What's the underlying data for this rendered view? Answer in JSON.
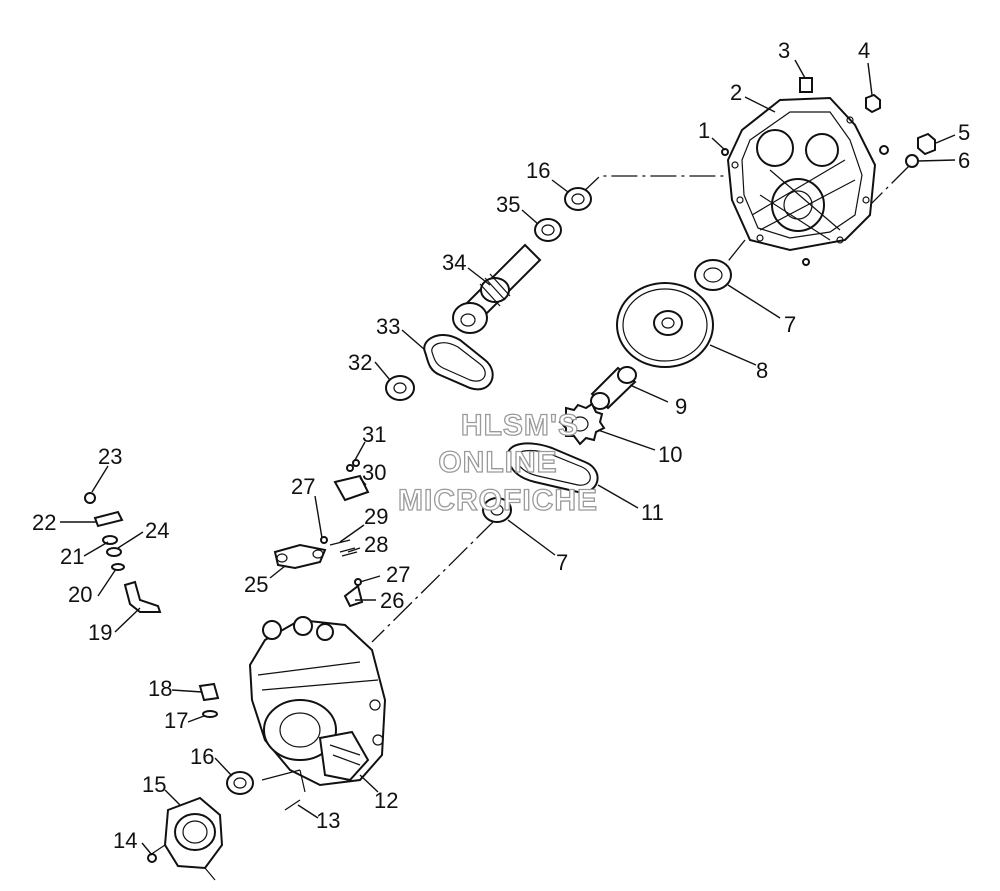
{
  "watermark": {
    "line1": "HLSM'S",
    "line2": "ONLINE",
    "line3": "MICROFICHE"
  },
  "callouts": [
    {
      "id": "1",
      "label": "1"
    },
    {
      "id": "2",
      "label": "2"
    },
    {
      "id": "3",
      "label": "3"
    },
    {
      "id": "4",
      "label": "4"
    },
    {
      "id": "5",
      "label": "5"
    },
    {
      "id": "6",
      "label": "6"
    },
    {
      "id": "7a",
      "label": "7"
    },
    {
      "id": "7b",
      "label": "7"
    },
    {
      "id": "8",
      "label": "8"
    },
    {
      "id": "9",
      "label": "9"
    },
    {
      "id": "10",
      "label": "10"
    },
    {
      "id": "11",
      "label": "11"
    },
    {
      "id": "12",
      "label": "12"
    },
    {
      "id": "13",
      "label": "13"
    },
    {
      "id": "14",
      "label": "14"
    },
    {
      "id": "15",
      "label": "15"
    },
    {
      "id": "16a",
      "label": "16"
    },
    {
      "id": "16b",
      "label": "16"
    },
    {
      "id": "17",
      "label": "17"
    },
    {
      "id": "18",
      "label": "18"
    },
    {
      "id": "19",
      "label": "19"
    },
    {
      "id": "20",
      "label": "20"
    },
    {
      "id": "21",
      "label": "21"
    },
    {
      "id": "22",
      "label": "22"
    },
    {
      "id": "23",
      "label": "23"
    },
    {
      "id": "24",
      "label": "24"
    },
    {
      "id": "25",
      "label": "25"
    },
    {
      "id": "26",
      "label": "26"
    },
    {
      "id": "27a",
      "label": "27"
    },
    {
      "id": "27b",
      "label": "27"
    },
    {
      "id": "28",
      "label": "28"
    },
    {
      "id": "29",
      "label": "29"
    },
    {
      "id": "30",
      "label": "30"
    },
    {
      "id": "31",
      "label": "31"
    },
    {
      "id": "32",
      "label": "32"
    },
    {
      "id": "33",
      "label": "33"
    },
    {
      "id": "34",
      "label": "34"
    },
    {
      "id": "35",
      "label": "35"
    }
  ]
}
